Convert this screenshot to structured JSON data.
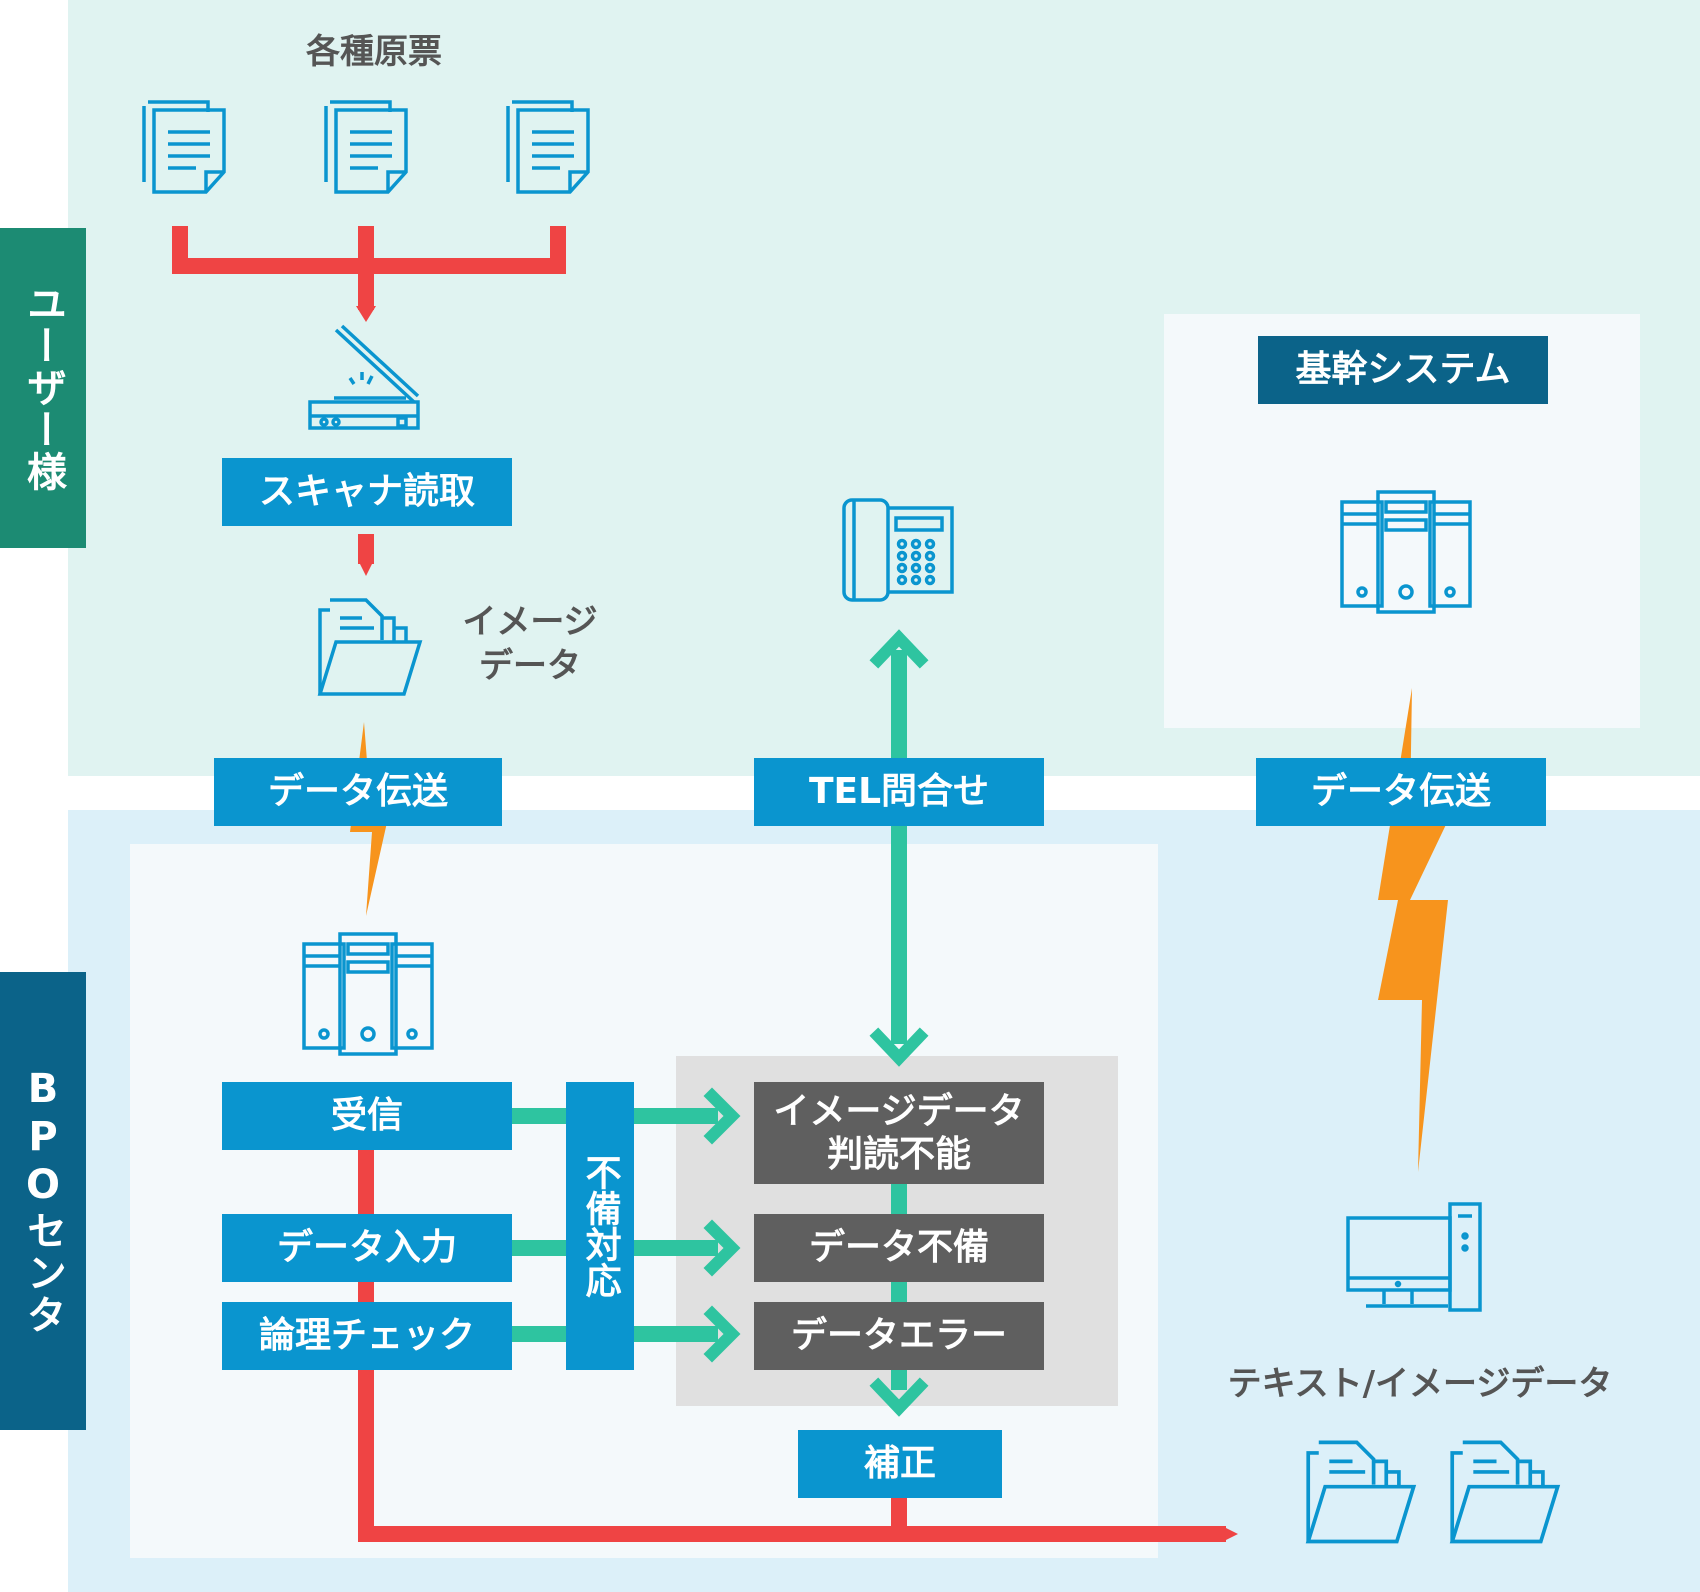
{
  "zones": {
    "user_label": "ユーザー様",
    "bpo_label": "BPOセンタ"
  },
  "labels": {
    "originals": "各種原票",
    "scanner": "スキャナ読取",
    "image_data_1": "イメージ",
    "image_data_2": "データ",
    "transfer_left": "データ伝送",
    "tel": "TEL問合せ",
    "transfer_right": "データ伝送",
    "core_system": "基幹システム",
    "receive": "受信",
    "data_entry": "データ入力",
    "logic_check": "論理チェック",
    "deficiency": "不備対応",
    "unreadable_1": "イメージデータ",
    "unreadable_2": "判読不能",
    "data_deficient": "データ不備",
    "data_error": "データエラー",
    "correction": "補正",
    "output_data": "テキスト/イメージデータ"
  },
  "icons": {
    "document": "document-icon",
    "scanner": "scanner-icon",
    "folder": "folder-icon",
    "phone": "phone-icon",
    "server": "server-icon",
    "computer": "computer-icon"
  },
  "colors": {
    "user_zone": "#e0f3f1",
    "bpo_zone": "#dcf0f9",
    "user_tab": "#1c8b73",
    "bpo_tab": "#0b6389",
    "box_blue": "#0a95cf",
    "box_gray": "#5f5f5f",
    "red_flow": "#ef4444",
    "green_flow": "#2ec4a0",
    "bolt": "#f7941d"
  }
}
